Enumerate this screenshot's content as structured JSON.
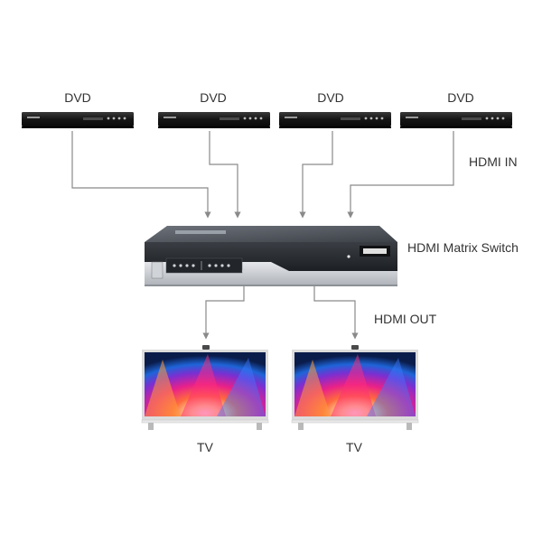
{
  "labels": {
    "dvd": [
      "DVD",
      "DVD",
      "DVD",
      "DVD"
    ],
    "hdmi_in": "HDMI IN",
    "matrix_switch": "HDMI Matrix Switch",
    "hdmi_out": "HDMI OUT",
    "tv": [
      "TV",
      "TV"
    ]
  },
  "colors": {
    "connector": "#8a8a8a",
    "device_body": "#1b1b1b",
    "switch_top": "#5a5f66",
    "switch_front": "#2a2e33",
    "switch_silver": "#c9ccd1",
    "tv_frame": "#d9d9d9"
  },
  "icons": [
    "dvd-player-icon",
    "hdmi-matrix-switch-icon",
    "tv-icon"
  ]
}
